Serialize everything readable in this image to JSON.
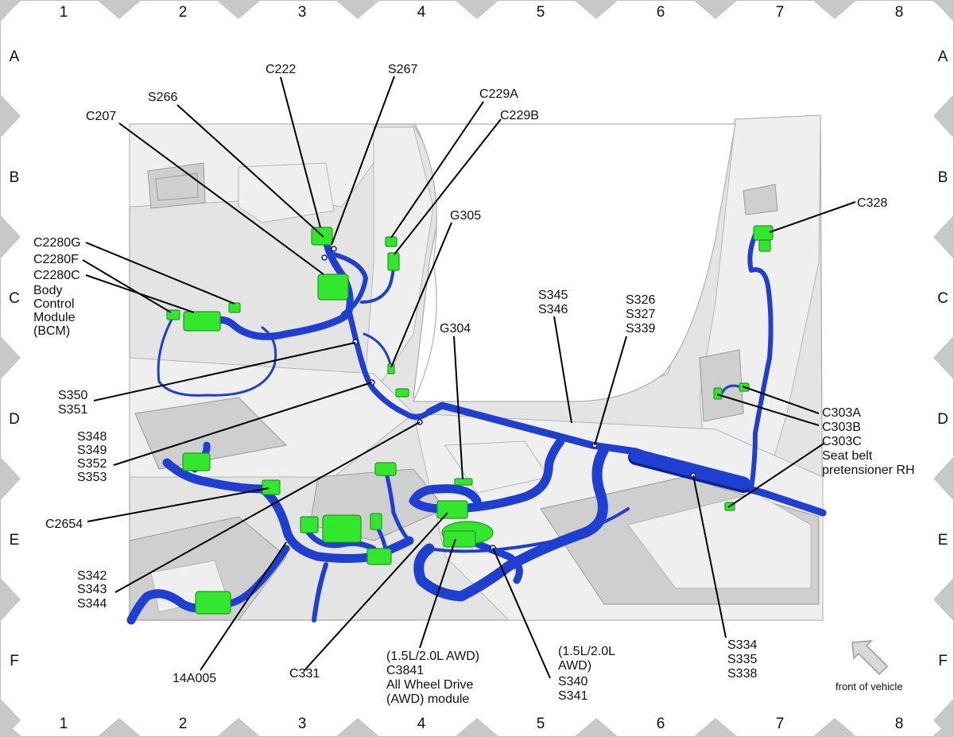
{
  "grid": {
    "columns": [
      "1",
      "2",
      "3",
      "4",
      "5",
      "6",
      "7",
      "8"
    ],
    "rows": [
      "A",
      "B",
      "C",
      "D",
      "E",
      "F"
    ]
  },
  "callouts": {
    "c222": "C222",
    "s267": "S267",
    "s266": "S266",
    "c229a": "C229A",
    "c229b": "C229B",
    "c207": "C207",
    "g305": "G305",
    "c328": "C328",
    "c2280g": "C2280G",
    "c2280f": "C2280F",
    "c2280c": "C2280C",
    "bcm": [
      "Body",
      "Control",
      "Module",
      "(BCM)"
    ],
    "s345_s346": [
      "S345",
      "S346"
    ],
    "s326_s327_s339": [
      "S326",
      "S327",
      "S339"
    ],
    "g304": "G304",
    "s350_s351": [
      "S350",
      "S351"
    ],
    "s348_group": [
      "S348",
      "S349",
      "S352",
      "S353"
    ],
    "c303a": "C303A",
    "c303b": "C303B",
    "c303c": "C303C",
    "seat_belt": [
      "Seat belt",
      "pretensioner RH"
    ],
    "c2654": "C2654",
    "s342_group": [
      "S342",
      "S343",
      "S344"
    ],
    "harness_14a005": "14A005",
    "c331": "C331",
    "awd_module": [
      "(1.5L/2.0L AWD)",
      "C3841",
      "All Wheel Drive",
      "(AWD) module"
    ],
    "awd_splices": [
      "(1.5L/2.0L",
      "AWD)",
      "S340",
      "S341"
    ],
    "s334_group": [
      "S334",
      "S335",
      "S338"
    ],
    "front_of_vehicle": "front of vehicle"
  },
  "colors": {
    "harness": "#1f3fd1",
    "connector": "#33e62e",
    "body_panel": "#e4e4e4",
    "border_marker": "#c8c8c8"
  },
  "icons": {
    "direction_arrow": "arrow-up-left-icon"
  }
}
